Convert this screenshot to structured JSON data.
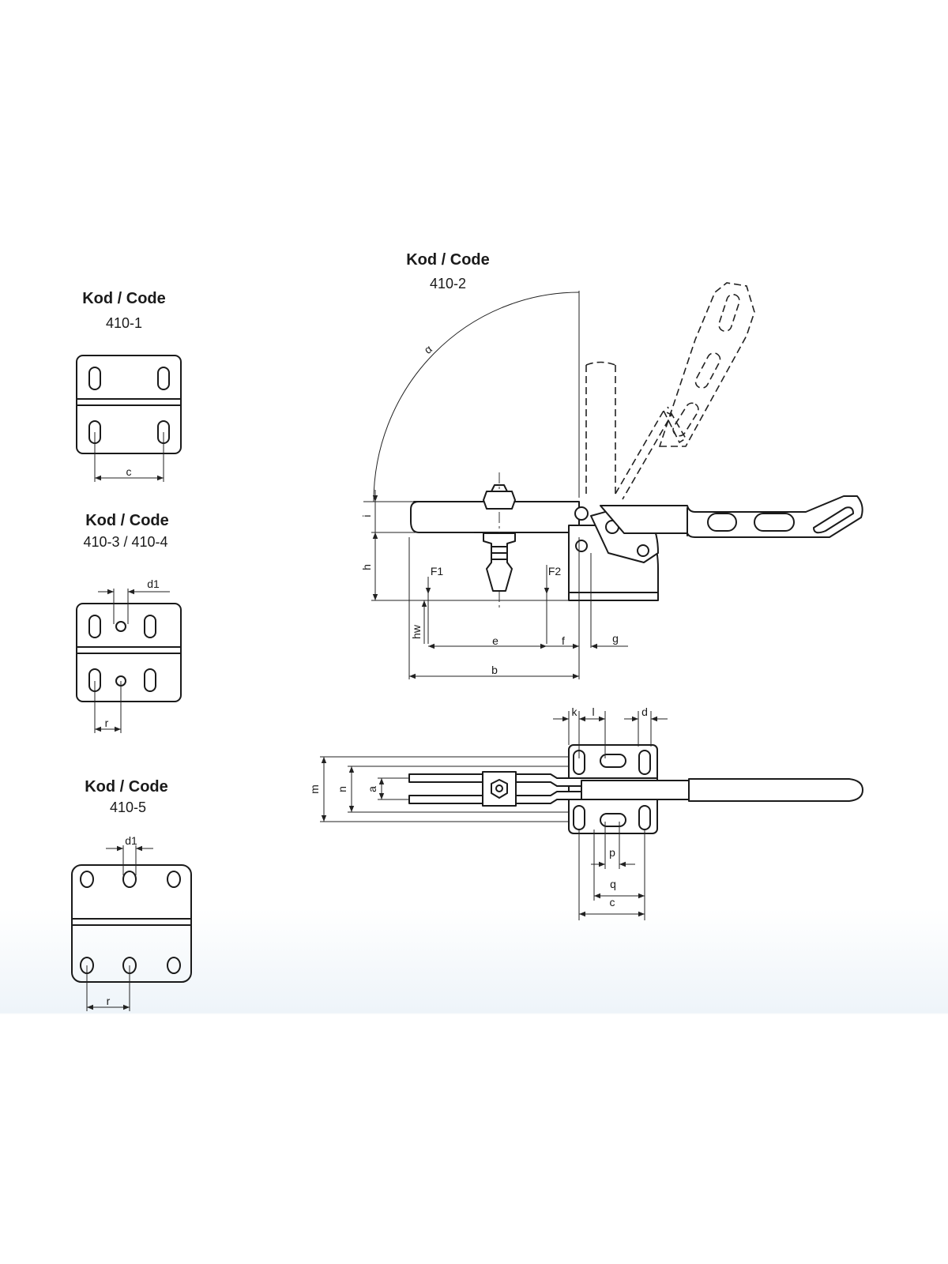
{
  "headers": {
    "code_410_2": {
      "title": "Kod / Code",
      "code": "410-2"
    },
    "code_410_1": {
      "title": "Kod / Code",
      "code": "410-1"
    },
    "code_410_3_4": {
      "title": "Kod / Code",
      "code": "410-3 / 410-4"
    },
    "code_410_5": {
      "title": "Kod / Code",
      "code": "410-5"
    }
  },
  "labels": {
    "alpha": "α",
    "i": "i",
    "h": "h",
    "hw": "hw",
    "F1": "F1",
    "F2": "F2",
    "e": "e",
    "f": "f",
    "g": "g",
    "b": "b",
    "k": "k",
    "l": "l",
    "d": "d",
    "m": "m",
    "n": "n",
    "a": "a",
    "p": "p",
    "q": "q",
    "c": "c",
    "c_410_1": "c",
    "d1_410_3": "d1",
    "r_410_3": "r",
    "d1_410_5": "d1",
    "r_410_5": "r"
  }
}
